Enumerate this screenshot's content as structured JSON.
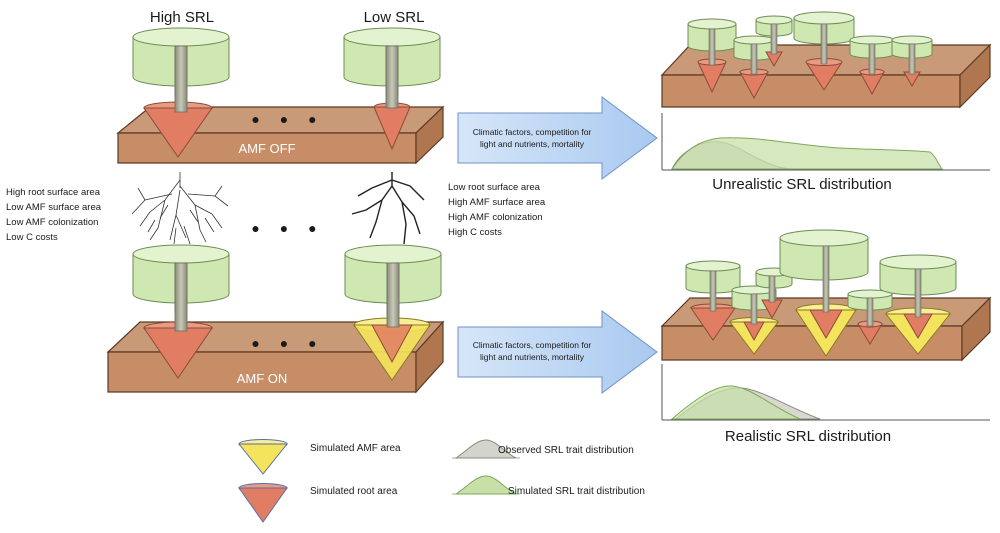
{
  "labels": {
    "high_srl": "High SRL",
    "low_srl": "Low SRL",
    "amf_off": "AMF OFF",
    "amf_on": "AMF ON",
    "dots": "● ● ●"
  },
  "left_traits": [
    "High root surface area",
    "Low AMF surface area",
    "Low AMF colonization",
    "Low C costs"
  ],
  "right_traits": [
    "Low root surface area",
    "High AMF surface area",
    "High AMF colonization",
    "High C costs"
  ],
  "arrow_text": [
    "Climatic factors, competition for",
    "light and nutrients, mortality"
  ],
  "outcomes": {
    "unrealistic": "Unrealistic SRL distribution",
    "realistic": "Realistic SRL distribution"
  },
  "legend": {
    "amf_area": "Simulated AMF area",
    "root_area": "Simulated root area",
    "observed": "Observed SRL trait distribution",
    "simulated": "Simulated SRL trait distribution"
  },
  "colors": {
    "soil_top": "#c99a78",
    "soil_front": "#c68d66",
    "soil_side": "#b07650",
    "canopy": "#cfe7b0",
    "canopy_top": "#e3f2cf",
    "root_cone": "#e07d63",
    "amf_cone": "#f4e35c",
    "arrow": "#b9d3f3",
    "observed_curve": "#d4d4cc",
    "simulated_curve": "#c7e0a8"
  }
}
